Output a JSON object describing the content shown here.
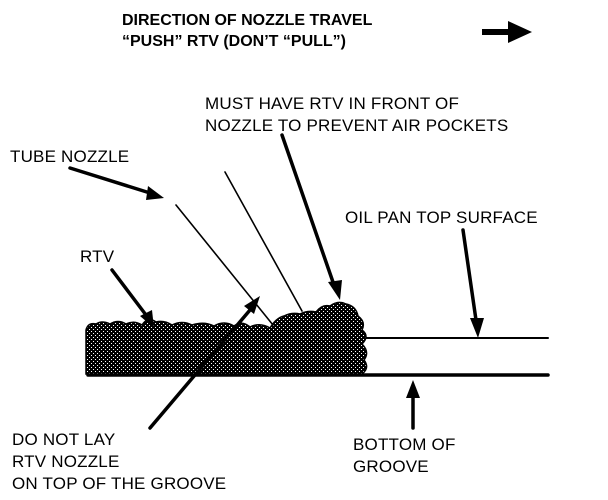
{
  "header": {
    "line1": "DIRECTION OF NOZZLE TRAVEL",
    "line2": "“PUSH” RTV (DON’T “PULL”)"
  },
  "labels": {
    "must_have_line1": "MUST HAVE RTV IN FRONT OF",
    "must_have_line2": "NOZZLE TO PREVENT AIR POCKETS",
    "tube_nozzle": "TUBE NOZZLE",
    "oil_pan": "OIL PAN TOP SURFACE",
    "rtv": "RTV",
    "do_not_line1": "DO NOT LAY",
    "do_not_line2": "RTV NOZZLE",
    "do_not_line3": "ON TOP OF THE GROOVE",
    "bottom_line1": "BOTTOM OF",
    "bottom_line2": "GROOVE"
  },
  "colors": {
    "ink": "#000000",
    "background": "#ffffff"
  }
}
